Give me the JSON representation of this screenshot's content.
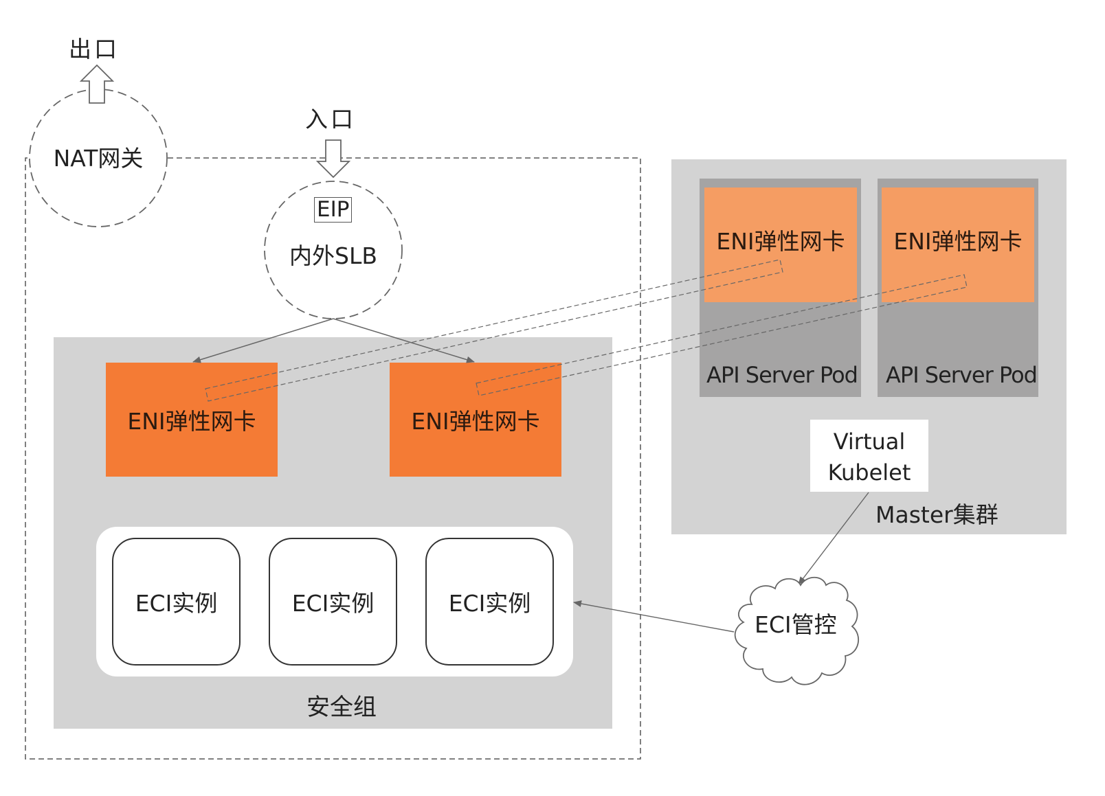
{
  "labels": {
    "exit": "出口",
    "entry": "入口",
    "nat_gateway": "NAT网关",
    "eip": "EIP",
    "slb": "内外SLB",
    "security_group": "安全组",
    "master_cluster": "Master集群",
    "virtual_kubelet_line1": "Virtual",
    "virtual_kubelet_line2": "Kubelet",
    "eci_control": "ECI管控"
  },
  "security_group": {
    "enis": [
      {
        "label": "ENI弹性网卡"
      },
      {
        "label": "ENI弹性网卡"
      }
    ],
    "eci_instances": [
      {
        "label": "ECI实例"
      },
      {
        "label": "ECI实例"
      },
      {
        "label": "ECI实例"
      }
    ]
  },
  "master": {
    "pods": [
      {
        "eni_label": "ENI弹性网卡",
        "pod_label": "API Server Pod"
      },
      {
        "eni_label": "ENI弹性网卡",
        "pod_label": "API Server Pod"
      }
    ]
  },
  "colors": {
    "eni_dark": "#f47b35",
    "eni_light": "#f59d63",
    "group_bg": "#d3d3d3",
    "pod_bg": "#a5a4a4",
    "line": "#666666"
  }
}
